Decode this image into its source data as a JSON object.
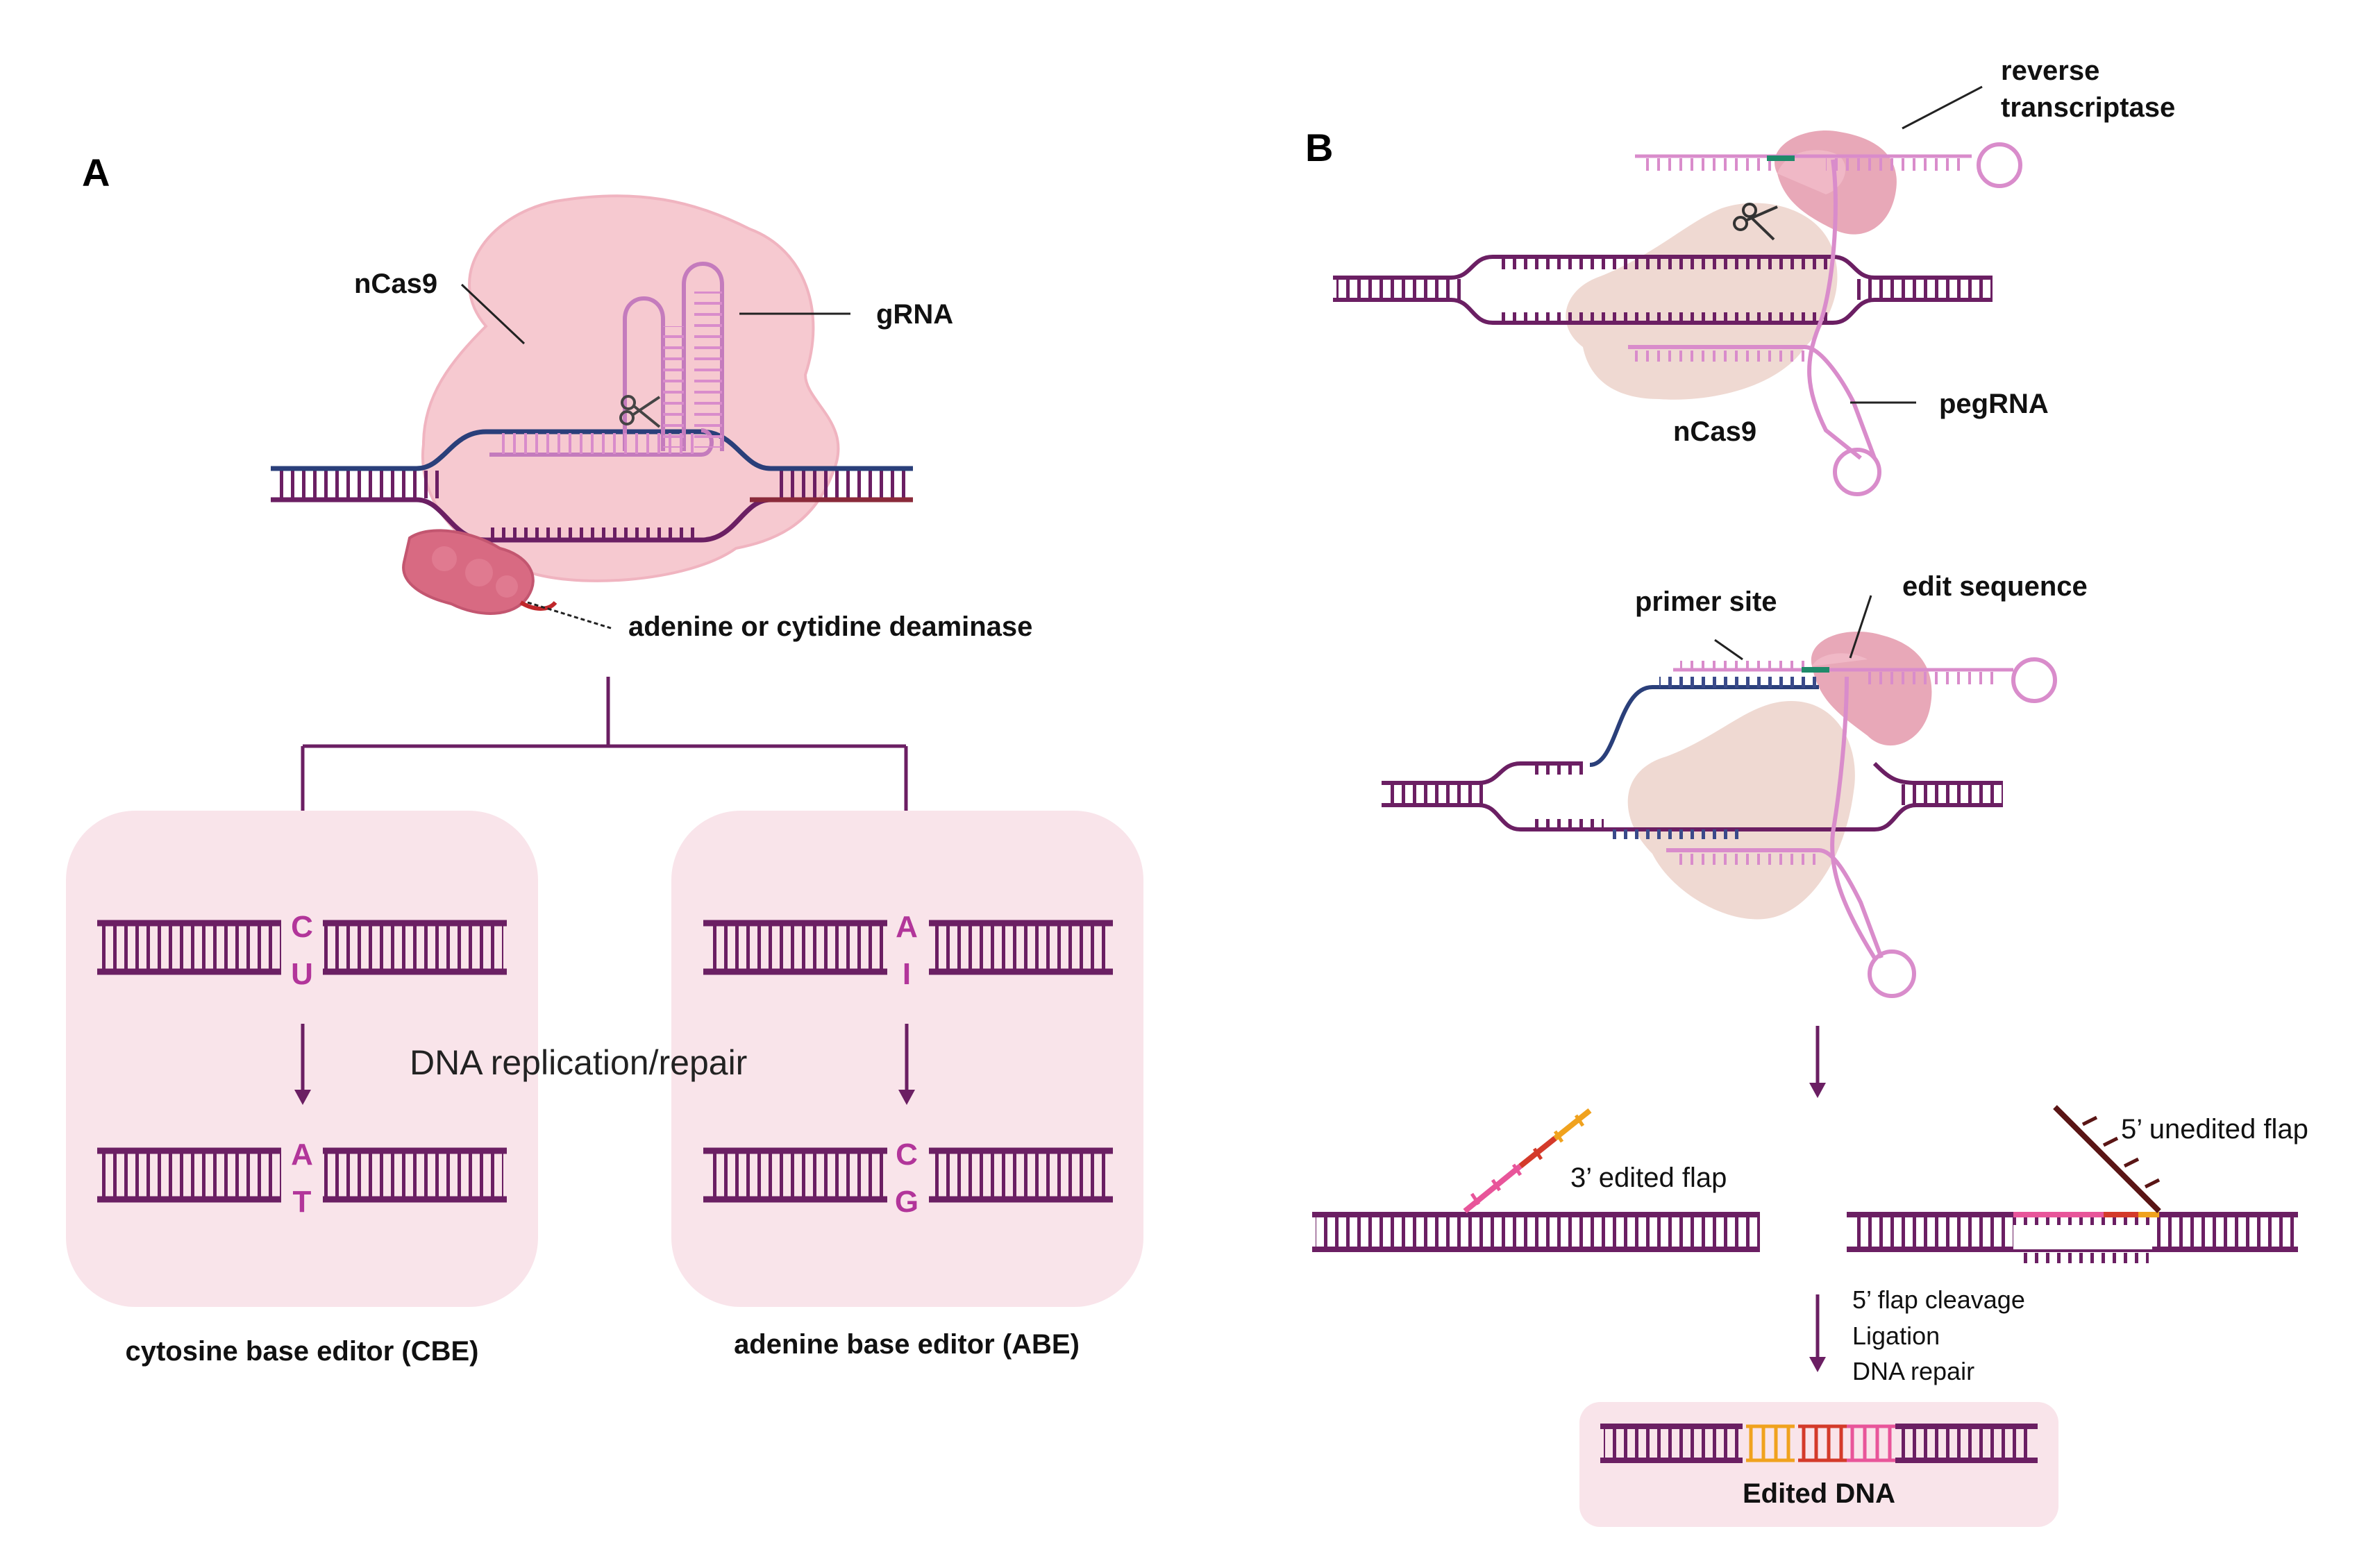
{
  "panel_a": {
    "letter": "A",
    "ncas9_label": "nCas9",
    "grna_label": "gRNA",
    "deaminase_label": "adenine or cytidine deaminase",
    "cbe": {
      "top_base": "C",
      "bottom_base": "U",
      "top_base_after": "A",
      "bottom_base_after": "T",
      "caption": "cytosine base editor (CBE)"
    },
    "abe": {
      "top_base": "A",
      "bottom_base": "I",
      "top_base_after": "C",
      "bottom_base_after": "G",
      "caption": "adenine base editor (ABE)"
    },
    "replication_label": "DNA replication/repair"
  },
  "panel_b": {
    "letter": "B",
    "rt_label_line1": "reverse",
    "rt_label_line2": "transcriptase",
    "pegrna_label": "pegRNA",
    "ncas9_label": "nCas9",
    "primer_site_label": "primer site",
    "edit_sequence_label": "edit sequence",
    "edited_flap_label": "3’ edited flap",
    "unedited_flap_label": "5’ unedited flap",
    "steps": [
      "5’ flap cleavage",
      "Ligation",
      "DNA repair"
    ],
    "result_label": "Edited DNA"
  },
  "colors": {
    "dna_purple": "#6b1f63",
    "dna_blue": "#2a3f7a",
    "rna_pink": "#d98ccb",
    "cas9_pink": "#f6c9d0",
    "cas9_beige": "#efd9d2",
    "panel_bg": "#f9e4ea",
    "base_letter": "#b2359a",
    "edit_orange": "#f0a21e",
    "edit_red": "#d43a2a",
    "edit_magenta": "#e8559a",
    "dark_flap": "#5a1515"
  }
}
